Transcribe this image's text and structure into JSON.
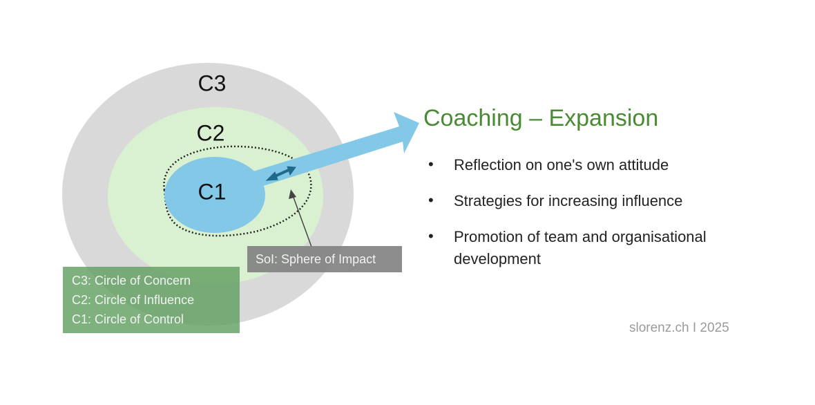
{
  "diagram": {
    "labels": {
      "c3": "C3",
      "c2": "C2",
      "c1": "C1"
    },
    "sphere_label": "SoI: Sphere of Impact",
    "legend": [
      "C3: Circle of Concern",
      "C2: Circle of Influence",
      "C1: Circle of Control"
    ],
    "colors": {
      "concern": "#d9d9d9",
      "influence": "#d9f1d0",
      "control": "#84c8e8",
      "arrow": "#84c8e8",
      "double_arrow": "#1f6a8a",
      "legend_box": "#5f9e5f",
      "sphere_box": "#7f7f7f"
    }
  },
  "panel": {
    "title": "Coaching – Expansion",
    "bullets": [
      "Reflection on one's own attitude",
      "Strategies for increasing influence",
      "Promotion of team and organisational development"
    ],
    "bullet_symbol": "•"
  },
  "footer": "slorenz.ch I 2025"
}
